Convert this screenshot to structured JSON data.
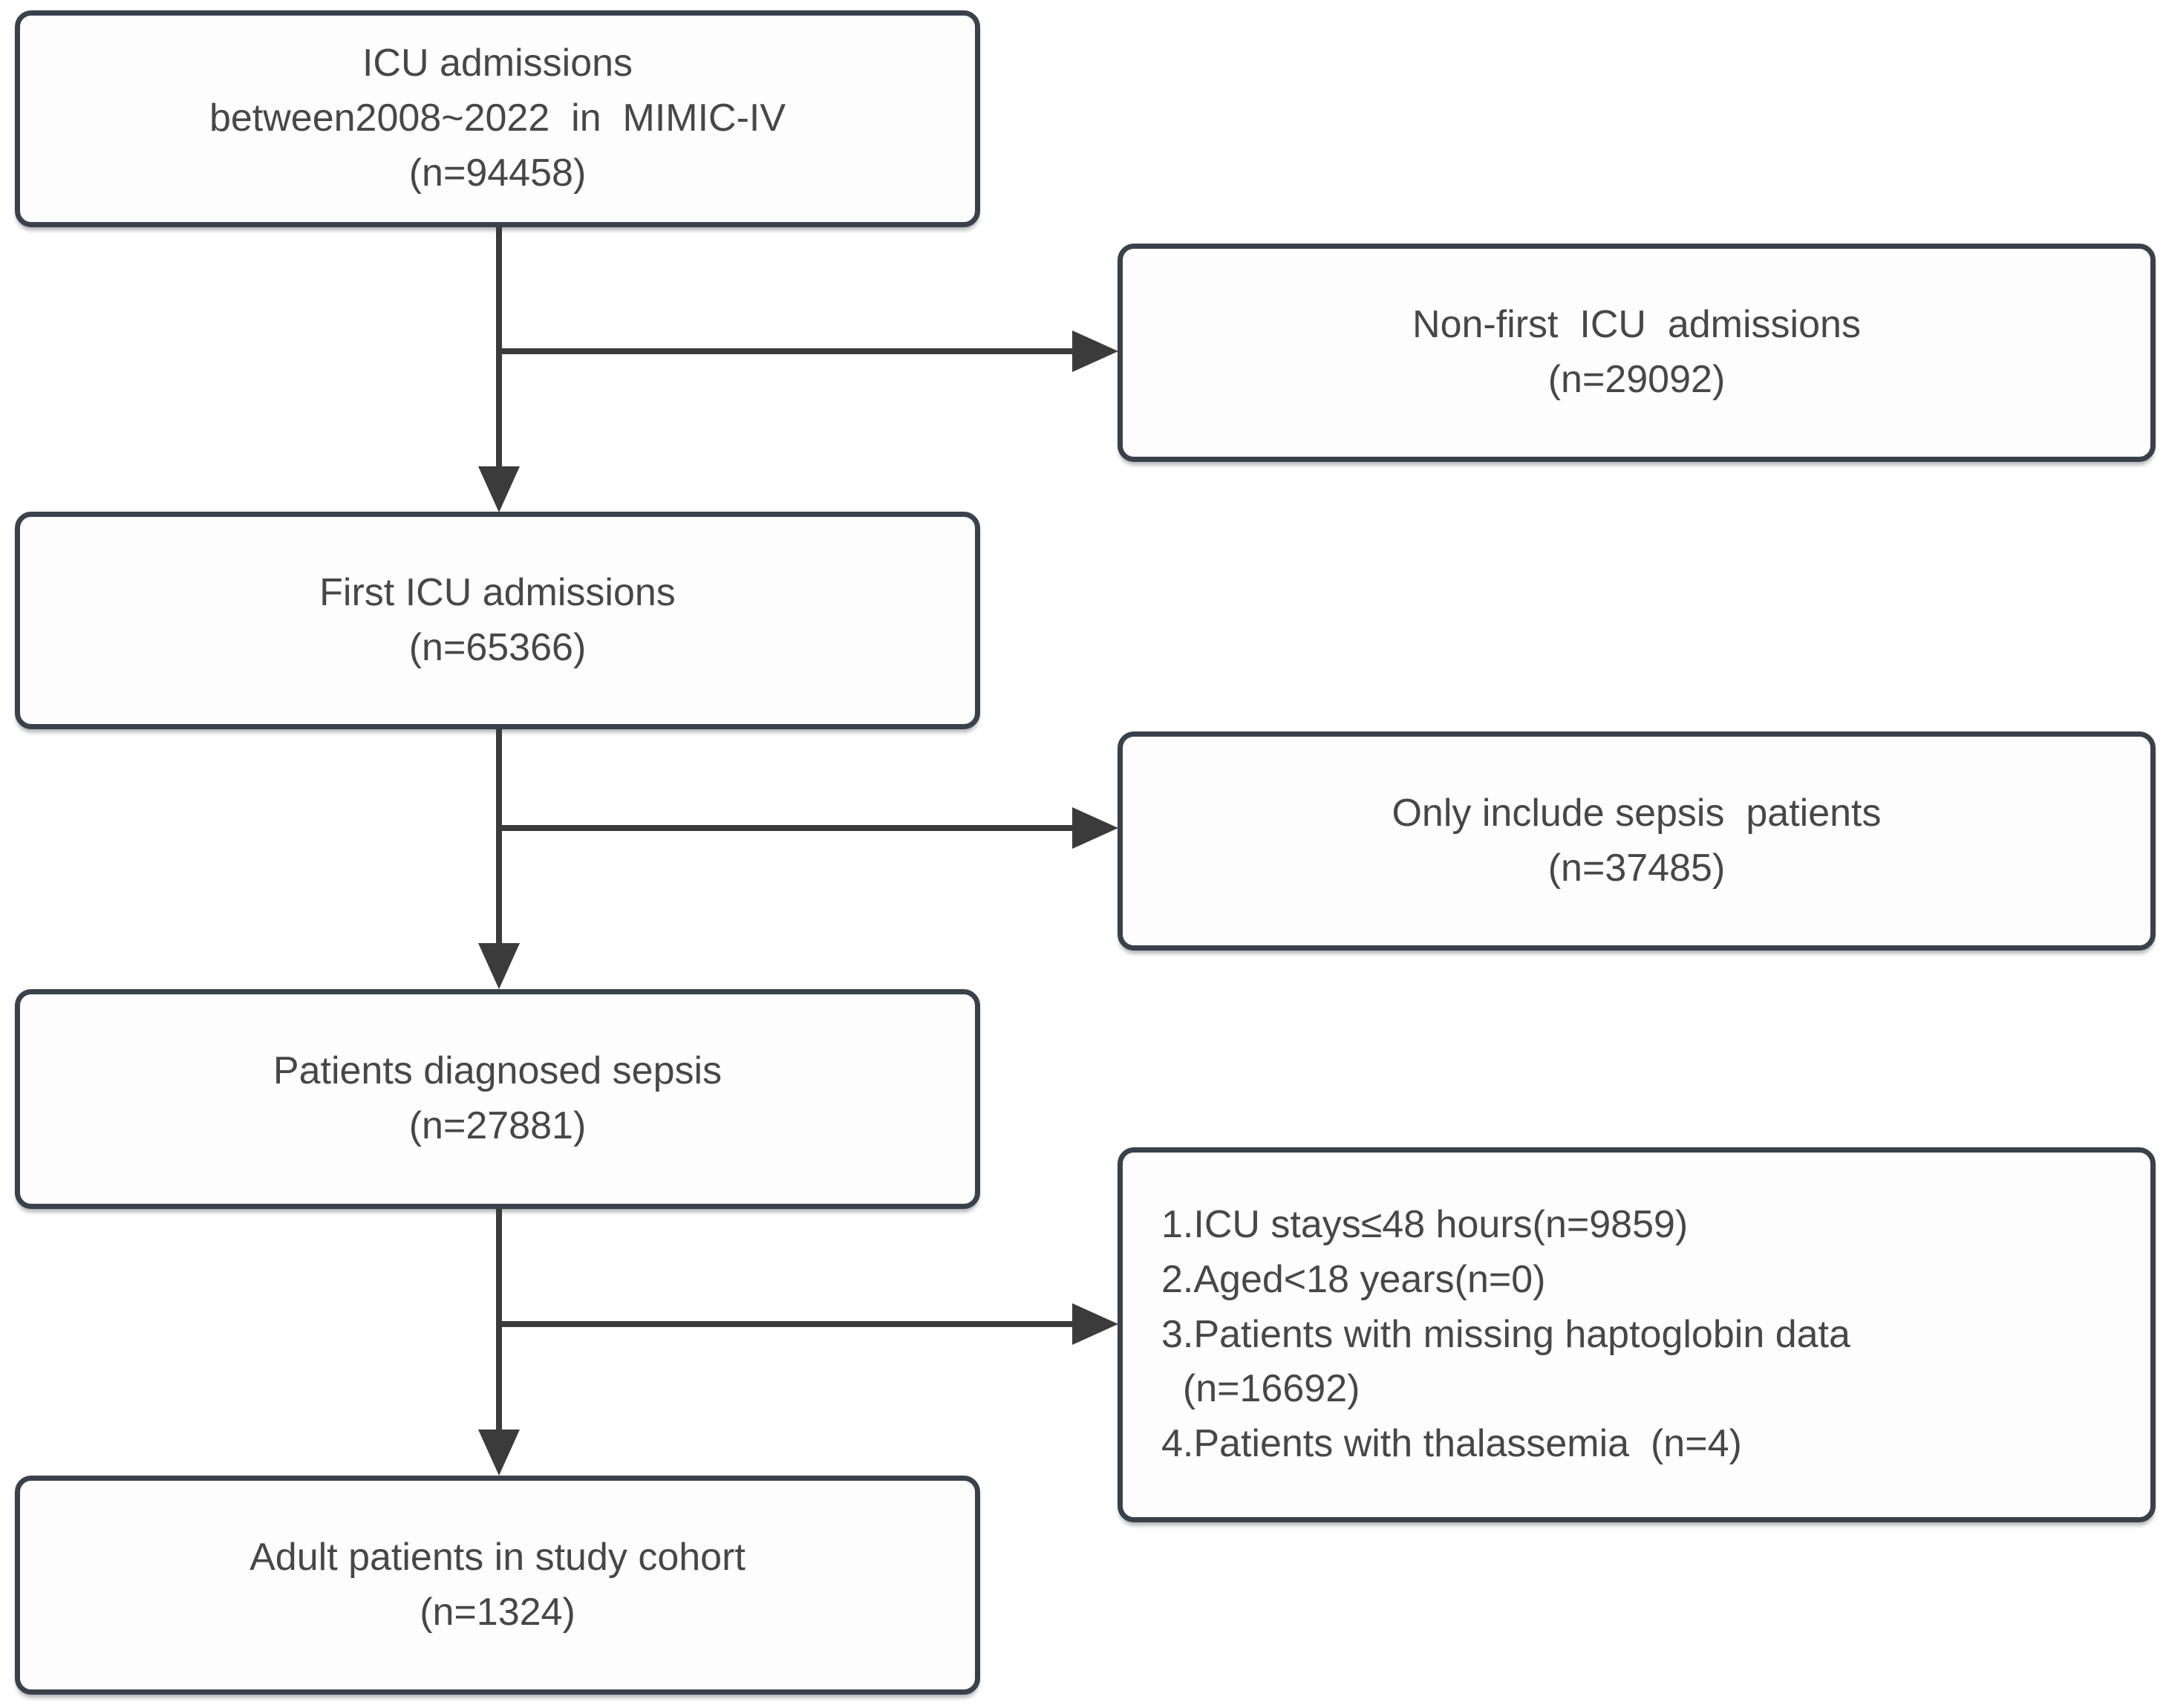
{
  "colors": {
    "box_border": "#39414b",
    "connector": "#3b3b3b",
    "text": "#474747",
    "background": "#ffffff"
  },
  "nodes": {
    "icu_admissions": {
      "lines": [
        "ICU admissions",
        "between2008~2022  in  MIMIC-IV",
        "(n=94458)"
      ]
    },
    "non_first_admissions": {
      "lines": [
        "Non-first  ICU  admissions",
        "(n=29092)"
      ]
    },
    "first_admissions": {
      "lines": [
        "First ICU admissions",
        "(n=65366)"
      ]
    },
    "only_sepsis": {
      "lines": [
        "Only include sepsis  patients",
        "(n=37485)"
      ]
    },
    "diagnosed_sepsis": {
      "lines": [
        "Patients diagnosed sepsis",
        "(n=27881)"
      ]
    },
    "exclusions": {
      "lines": [
        "1.ICU stays≤48 hours(n=9859)",
        "2.Aged<18 years(n=0)",
        "3.Patients with missing haptoglobin data",
        "  (n=16692)",
        "4.Patients with thalassemia  (n=4)"
      ]
    },
    "study_cohort": {
      "lines": [
        "Adult patients in study cohort",
        "(n=1324)"
      ]
    }
  }
}
